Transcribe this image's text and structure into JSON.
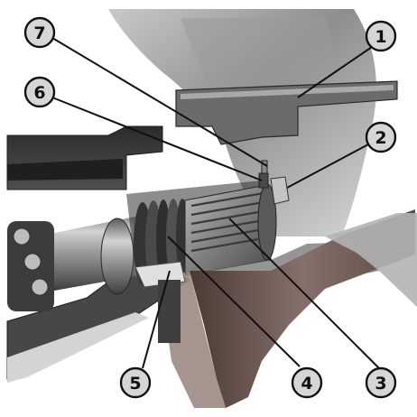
{
  "diagram": {
    "callouts": [
      {
        "id": "c1",
        "number": "1"
      },
      {
        "id": "c2",
        "number": "2"
      },
      {
        "id": "c3",
        "number": "3"
      },
      {
        "id": "c4",
        "number": "4"
      },
      {
        "id": "c5",
        "number": "5"
      },
      {
        "id": "c6",
        "number": "6"
      },
      {
        "id": "c7",
        "number": "7"
      }
    ]
  },
  "colors": {
    "callout_fill": "#d6d6d6",
    "callout_stroke": "#111111",
    "casing_dark": "#3a3a3a",
    "shaft_metal": "#8a8a8a",
    "propeller_bronze": "#6e5a50",
    "background": "#ffffff"
  }
}
